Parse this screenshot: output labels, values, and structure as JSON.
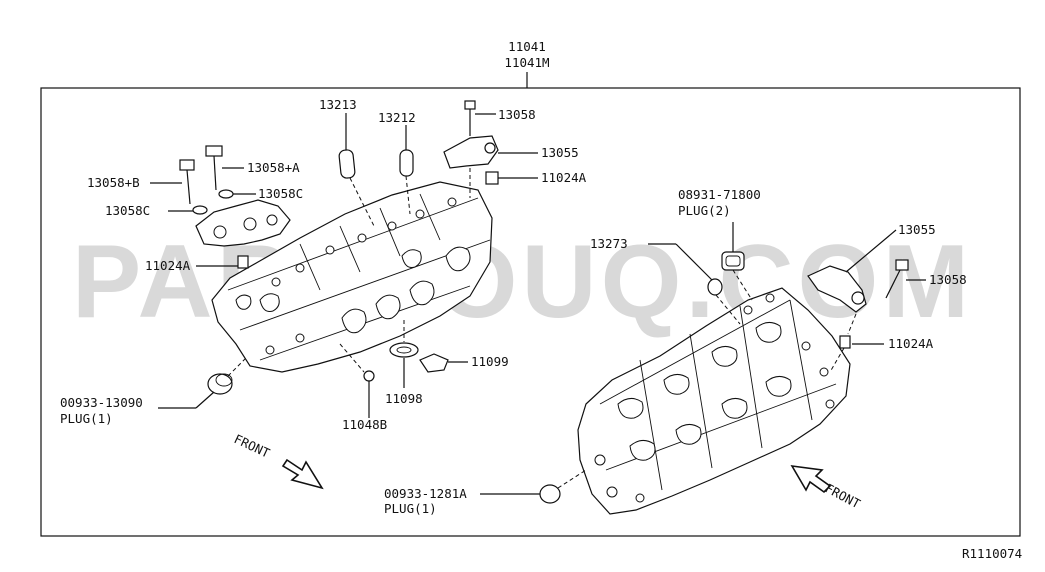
{
  "title_parts": [
    "11041",
    "11041M"
  ],
  "watermark": "PARTSOUQ.COM",
  "diagram_code": "R1110074",
  "labels": {
    "p13213": "13213",
    "p13212": "13212",
    "p13058_top": "13058",
    "p13055_left": "13055",
    "p11024a_left_top": "11024A",
    "p13058a": "13058+A",
    "p13058b": "13058+B",
    "p13058c_right": "13058C",
    "p13058c_left": "13058C",
    "p11024a_left": "11024A",
    "p08931": "08931-71800",
    "plug2": "PLUG(2)",
    "p13273": "13273",
    "p13055_right": "13055",
    "p13058_right": "13058",
    "p11024a_right": "11024A",
    "p11099": "11099",
    "p11098": "11098",
    "p11048b": "11048B",
    "p00933_13090": "00933-13090",
    "plug1_left": "PLUG(1)",
    "p00933_1281a": "00933-1281A",
    "plug1_right": "PLUG(1)",
    "front_left": "FRONT",
    "front_right": "FRONT"
  }
}
